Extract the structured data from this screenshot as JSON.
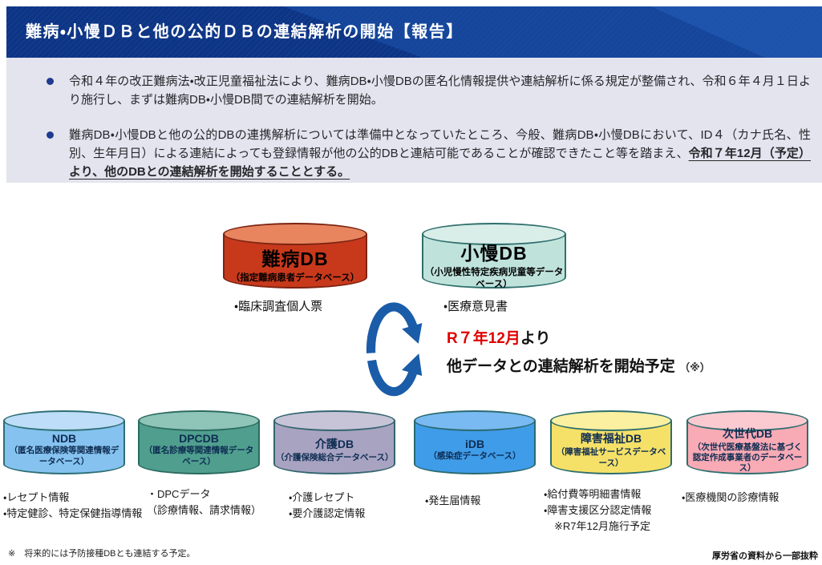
{
  "header": {
    "title": "難病・小慢ＤＢと他の公的ＤＢの連結解析の開始【報告】"
  },
  "summary": {
    "bullet1": "令和４年の改正難病法・改正児童福祉法により、難病DB・小慢DBの匿名化情報提供や連結解析に係る規定が整備され、令和６年４月１日より施行し、まずは難病DB・小慢DB間での連結解析を開始。",
    "bullet2": "難病DB・小慢DBと他の公的DBの連携解析については準備中となっていたところ、今般、難病DB・小慢DBにおいて、ID４（カナ氏名、性別、生年月日）による連結によっても登録情報が他の公的DBと連結可能であることが確認できたこと等を踏まえ、",
    "bullet2_emphasis": "令和７年12月（予定）より、他のDBとの連結解析を開始することとする。"
  },
  "main_dbs": [
    {
      "name": "難病DB",
      "subtitle": "（指定難病患者データベース）",
      "item": "・臨床調査個人票",
      "colors": {
        "body": "#c8391c",
        "top": "#e8855f",
        "border": "#7c2412",
        "text": "#000000"
      }
    },
    {
      "name": "小慢DB",
      "subtitle": "（小児慢性特定疾病児童等データベース）",
      "item": "・医療意見書",
      "colors": {
        "body": "#bfe3db",
        "top": "#d9eee9",
        "border": "#2f6f6b",
        "text": "#000000"
      }
    }
  ],
  "start_note": {
    "date": "R７年12月",
    "date_suffix": "より",
    "line2": "他データとの連結解析を開始予定",
    "note": "（※）"
  },
  "other_dbs": [
    {
      "name": "NDB",
      "subtitle": "（匿名医療保険等関連情報データベース）",
      "items": [
        "・レセプト情報",
        "・特定健診、特定保健指導情報"
      ],
      "colors": {
        "body": "#85c2ef",
        "top": "#bdddf8",
        "border": "#2d6e74",
        "text": "#0f2d52"
      }
    },
    {
      "name": "DPCDB",
      "subtitle": "（匿名診療等関連情報データベース）",
      "items": [
        "・DPCデータ",
        "（診療情報、請求情報）"
      ],
      "colors": {
        "body": "#4f9e8e",
        "top": "#8fc4b8",
        "border": "#2b6b60",
        "text": "#0f2d52"
      }
    },
    {
      "name": "介護DB",
      "subtitle": "（介護保険総合データベース）",
      "items": [
        "・介護レセプト",
        "・要介護認定情報"
      ],
      "colors": {
        "body": "#a8a3c1",
        "top": "#c8c4d8",
        "border": "#33656f",
        "text": "#0f2d52"
      }
    },
    {
      "name": "iDB",
      "subtitle": "（感染症データベース）",
      "items": [
        "・発生届情報"
      ],
      "colors": {
        "body": "#3f9ce9",
        "top": "#79baf2",
        "border": "#2a6a70",
        "text": "#0f2d52"
      }
    },
    {
      "name": "障害福祉DB",
      "subtitle": "（障害福祉サービスデータベース）",
      "items": [
        "・給付費等明細書情報",
        "・障害支援区分認定情報",
        "　※R7年12月施行予定"
      ],
      "colors": {
        "body": "#f6e168",
        "top": "#faf0a0",
        "border": "#2d6e6e",
        "text": "#0f2d52"
      }
    },
    {
      "name": "次世代DB",
      "subtitle": "（次世代医療基盤法に基づく認定作成事業者のデータベース）",
      "items": [
        "・医療機関の診療情報"
      ],
      "colors": {
        "body": "#f8aab5",
        "top": "#fbcad1",
        "border": "#2d6e6e",
        "text": "#0f2d52"
      }
    }
  ],
  "footnote": "※　将来的には予防接種DBとも連結する予定。",
  "source": "厚労省の資料から一部抜粋",
  "theme": {
    "header_bg": "#0d3586",
    "header_accent": "#1d54ad",
    "summary_bg": "#e4e4ee",
    "bullet_color": "#1f3a8f",
    "arrow_color": "#1a5ca8",
    "highlight_red": "#e00000"
  }
}
